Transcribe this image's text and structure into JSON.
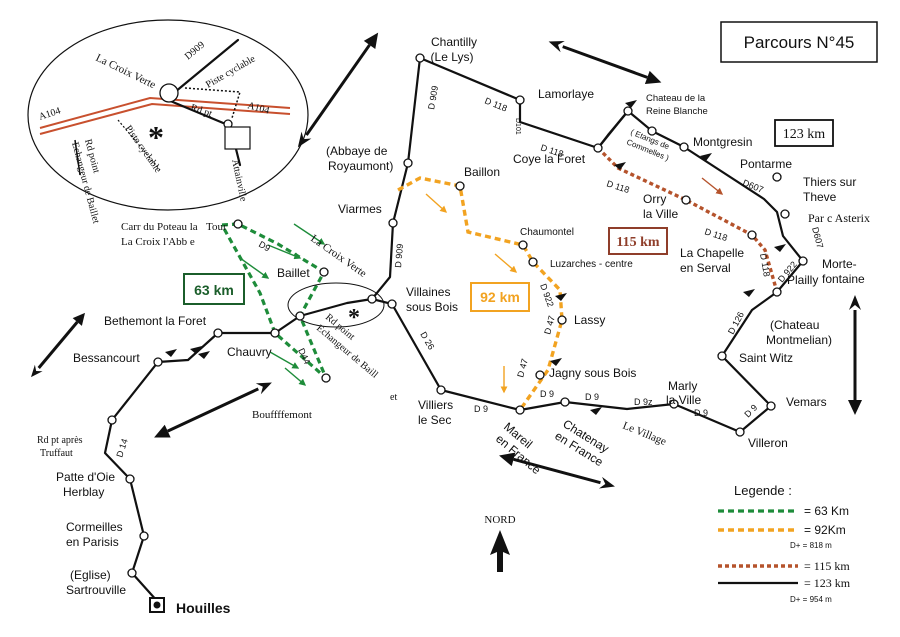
{
  "title": "Parcours N°45",
  "distance_boxes": {
    "k63": "63 km",
    "k92": "92 km",
    "k115": "115 km",
    "k123": "123 km"
  },
  "inset": {
    "labels": {
      "la_croix_verte": "La Croix Verte",
      "d909": "D909",
      "piste_cyclable_top": "Piste cyclable",
      "a104_left": "A104",
      "a104_right": "A104",
      "rd_pt": "Rd pt",
      "rd_point_1": "Rd point",
      "rd_point_2": "Echangeur de Baillet",
      "piste_cyclable_bottom": "Piste cyclable",
      "attainville": "Attainville",
      "star": "*"
    }
  },
  "places": {
    "chantilly": "Chantilly",
    "le_lys": "(Le Lys)",
    "lamorlaye": "Lamorlaye",
    "reine_blanche_1": "Chateau de la",
    "reine_blanche_2": "Reine Blanche",
    "etangs_1": "( Etangs de",
    "etangs_2": "Commelles )",
    "montgresin": "Montgresin",
    "pontarme": "Pontarme",
    "thiers_1": "Thiers sur",
    "thiers_2": "Theve",
    "parc_asterix": "Par c Asterix",
    "morte_1": "Morte-",
    "morte_2": "fontaine",
    "plailly": "Plailly",
    "chateau_montmelian_1": "(Chateau",
    "chateau_montmelian_2": "Montmelian)",
    "saint_witz": "Saint Witz",
    "vemars": "Vemars",
    "villeron": "Villeron",
    "marly_1": "Marly",
    "marly_2": "la Ville",
    "le_village": "Le Village",
    "chatenay_1": "Chatenay",
    "chatenay_2": "en France",
    "mareil_1": "Mareil",
    "mareil_2": "en France",
    "jagny": "Jagny sous Bois",
    "lassy": "Lassy",
    "luzarches": "Luzarches - centre",
    "chaumontel": "Chaumontel",
    "baillon": "Baillon",
    "coye": "Coye la Foret",
    "orry_1": "Orry",
    "orry_2": "la Ville",
    "la_chapelle_1": "La Chapelle",
    "la_chapelle_2": "en Serval",
    "abbaye_1": "(Abbaye de",
    "abbaye_2": "Royaumont)",
    "viarmes": "Viarmes",
    "villaines_1": "Villaines",
    "villaines_2": "sous Bois",
    "villiers_1": "Villiers",
    "villiers_2": "le Sec",
    "carr_poteau": "Carr du Poteau la",
    "tour": "Tour",
    "croix_abbe": "La Croix l'Abb e",
    "baillet": "Baillet",
    "la_croix_verte": "La Croix Verte",
    "rd_point_1": "Rd point",
    "rd_point_2": "Echangeur de Baill",
    "rd_point_3": "et",
    "bethemont": "Bethemont la Foret",
    "bessancourt": "Bessancourt",
    "chauvry": "Chauvry",
    "bouffemont": "Bouffffemont",
    "rdpt_truffaut_1": "Rd pt après",
    "rdpt_truffaut_2": "Truffaut",
    "patte_1": "Patte d'Oie",
    "patte_2": "Herblay",
    "cormeilles_1": "Cormeilles",
    "cormeilles_2": "en Parisis",
    "eglise": "(Eglise)",
    "sartrouville": "Sartrouville",
    "houilles": "Houilles",
    "star": "*"
  },
  "roads": {
    "d909_a": "D 909",
    "d118_a": "D 118",
    "d101": "D101",
    "d118_b": "D 118",
    "d118_c": "D 118",
    "d118_d": "D 118",
    "d118_e": "D 118",
    "d607_a": "D607",
    "d607_b": "D607",
    "d922_a": "D 922",
    "d126": "D 126",
    "d9_a": "D 9",
    "d9_b": "D 9",
    "d9_c": "D 9",
    "d9_d": "D 9",
    "d9z": "D 9z",
    "d47_a": "D 47",
    "d47_b": "D 47",
    "d922_b": "D 922",
    "d909_b": "D 909",
    "d26": "D 26",
    "d9_e": "D 9",
    "d44": "D44",
    "d14": "D 14"
  },
  "nord": "NORD",
  "legend": {
    "title": "Legende :",
    "items": [
      {
        "label": "=  63 Km",
        "color": "#1e8c3a"
      },
      {
        "label": "=  92Km",
        "color": "#f2a321",
        "sub": "D+ = 818 m"
      },
      {
        "label": "= 115 km",
        "color": "#b5532c"
      },
      {
        "label": "= 123 km",
        "color": "#111111",
        "sub": "D+ = 954 m"
      }
    ]
  }
}
